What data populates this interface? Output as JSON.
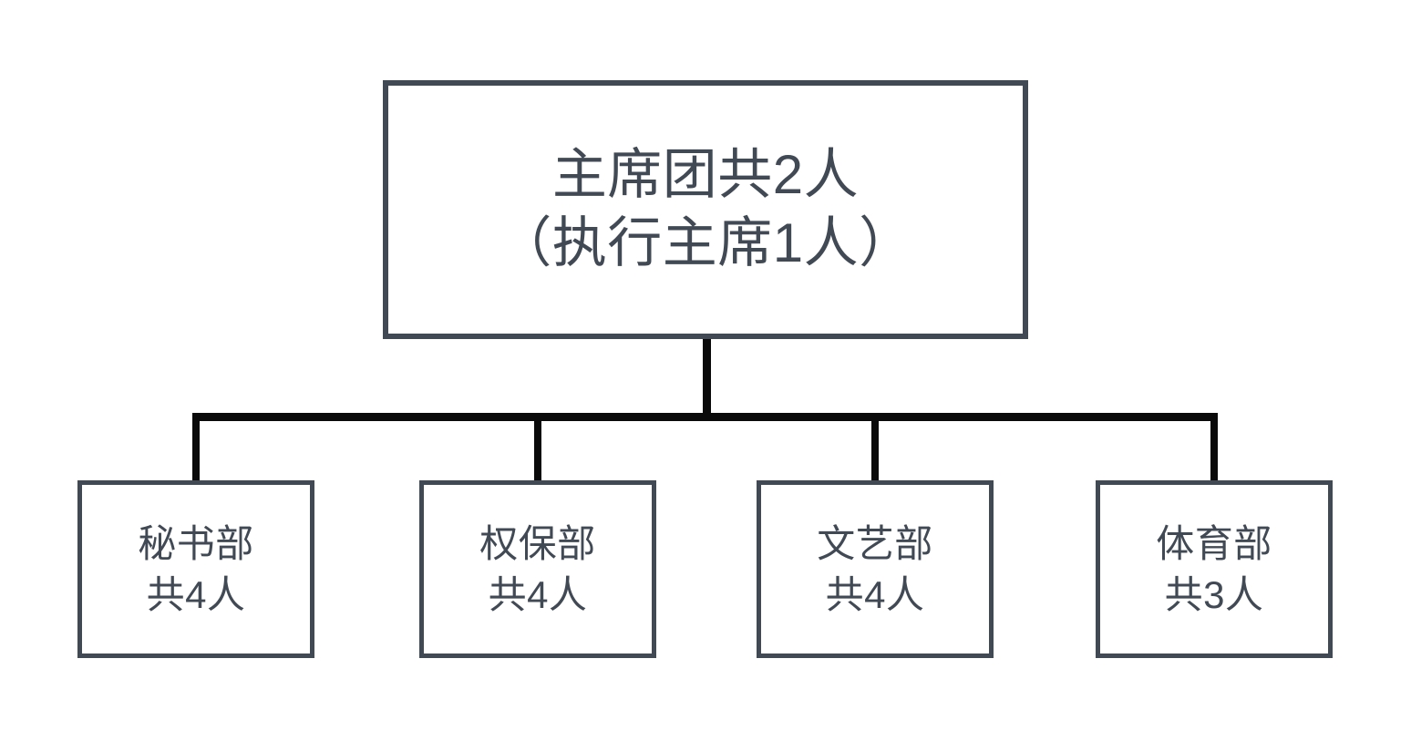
{
  "diagram": {
    "type": "organization-chart",
    "title": "",
    "background_color": "#ffffff",
    "box_border_color": "#414a54",
    "text_color": "#414a54",
    "connector_color": "#0a0a0a",
    "root": {
      "id": "root",
      "line_1": "主席团共2人",
      "line_2": "（执行主席1人）",
      "total_people": 2,
      "executive_chair_people": 1
    },
    "children": [
      {
        "id": "child-0",
        "line_1": "秘书部",
        "line_2": "共4人",
        "people": 4
      },
      {
        "id": "child-1",
        "line_1": "权保部",
        "line_2": "共4人",
        "people": 4
      },
      {
        "id": "child-2",
        "line_1": "文艺部",
        "line_2": "共4人",
        "people": 4
      },
      {
        "id": "child-3",
        "line_1": "体育部",
        "line_2": "共3人",
        "people": 3
      }
    ]
  }
}
